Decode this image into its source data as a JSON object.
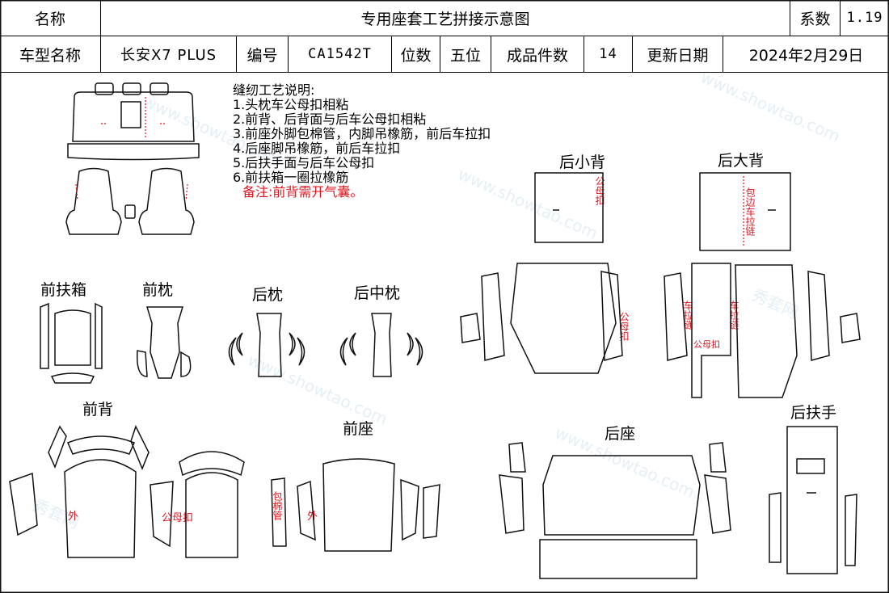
{
  "header": {
    "name_label": "名称",
    "title": "专用座套工艺拼接示意图",
    "coef_label": "系数",
    "coef_value": "1.19",
    "model_label": "车型名称",
    "model_value": "长安X7 PLUS",
    "code_label": "编号",
    "code_value": "CA1542T",
    "seats_label": "位数",
    "seats_value": "五位",
    "pieces_label": "成品件数",
    "pieces_value": "14",
    "date_label": "更新日期",
    "date_value": "2024年2月29日"
  },
  "notes": {
    "title": "缝纫工艺说明:",
    "items": [
      "1.头枕车公母扣相粘",
      "2.前背、后背面与后车公母扣相粘",
      "3.前座外脚包棉管，内脚吊橡筋，前后车拉扣",
      "4.后座脚吊橡筋，前后车拉扣",
      "5.后扶手面与后车公母扣",
      "6.前扶箱一圈拉橡筋"
    ],
    "remark": "备注:前背需开气囊。"
  },
  "sections": {
    "front_armrest": "前扶箱",
    "front_headrest": "前枕",
    "rear_headrest": "后枕",
    "rear_center_headrest": "后中枕",
    "front_back": "前背",
    "front_seat": "前座",
    "rear_small_back": "后小背",
    "rear_big_back": "后大背",
    "rear_seat": "后座",
    "rear_armrest": "后扶手"
  },
  "annotations": {
    "small_back_snap": "公母扣",
    "big_back_edge_zip": "包边车拉链",
    "left_zip": "车拉链",
    "right_zip": "车拉链",
    "bottom_snap": "公母扣",
    "small_back_lower_snap": "公母扣",
    "front_back_outer": "外",
    "front_back_snap": "公母扣",
    "front_seat_tube": "包棉管",
    "front_seat_outer": "外"
  },
  "watermark": {
    "brand": "秀套网",
    "site": "www.showtao.com"
  }
}
